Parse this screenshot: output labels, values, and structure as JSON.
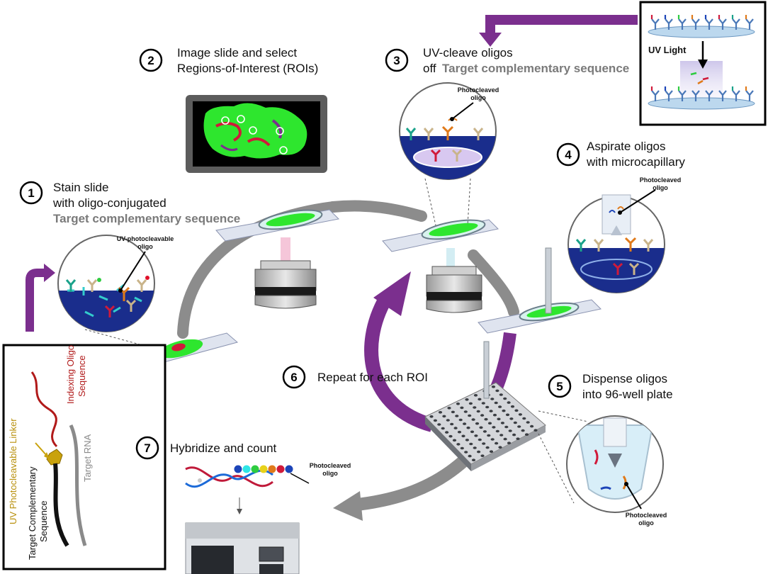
{
  "steps": [
    {
      "number": "1",
      "line1": "Stain slide",
      "line2": "with oligo-conjugated",
      "line3": "Target complementary sequence"
    },
    {
      "number": "2",
      "line1": "Image slide and select",
      "line2": "Regions-of-Interest (ROIs)"
    },
    {
      "number": "3",
      "line1": "UV-cleave oligos",
      "line2": "off",
      "line3": "Target complementary sequence"
    },
    {
      "number": "4",
      "line1": "Aspirate oligos",
      "line2": "with microcapillary"
    },
    {
      "number": "5",
      "line1": "Dispense oligos",
      "line2": "into 96-well plate"
    },
    {
      "number": "6",
      "line1": "Repeat for each ROI"
    },
    {
      "number": "7",
      "line1": "Hybridize and count"
    }
  ],
  "labels": {
    "uv_photocleavable_l1": "UV-photocleavable",
    "uv_photocleavable_l2": "oligo",
    "photocleaved_l1": "Photocleaved",
    "photocleaved_l2": "oligo",
    "uv_light": "UV Light"
  },
  "inset": {
    "indexing_l1": "Indexing Oligo",
    "indexing_l2": "Sequence",
    "linker": "UV Photocleavable Linker",
    "target_rna": "Target RNA",
    "target_comp_l1": "Target Complementary",
    "target_comp_l2": "Sequence"
  },
  "colors": {
    "purple": "#7b2f8e",
    "navy": "#1c2f8a",
    "tissue_green": "#2ee62e",
    "grey_arc": "#8c8c8c"
  }
}
